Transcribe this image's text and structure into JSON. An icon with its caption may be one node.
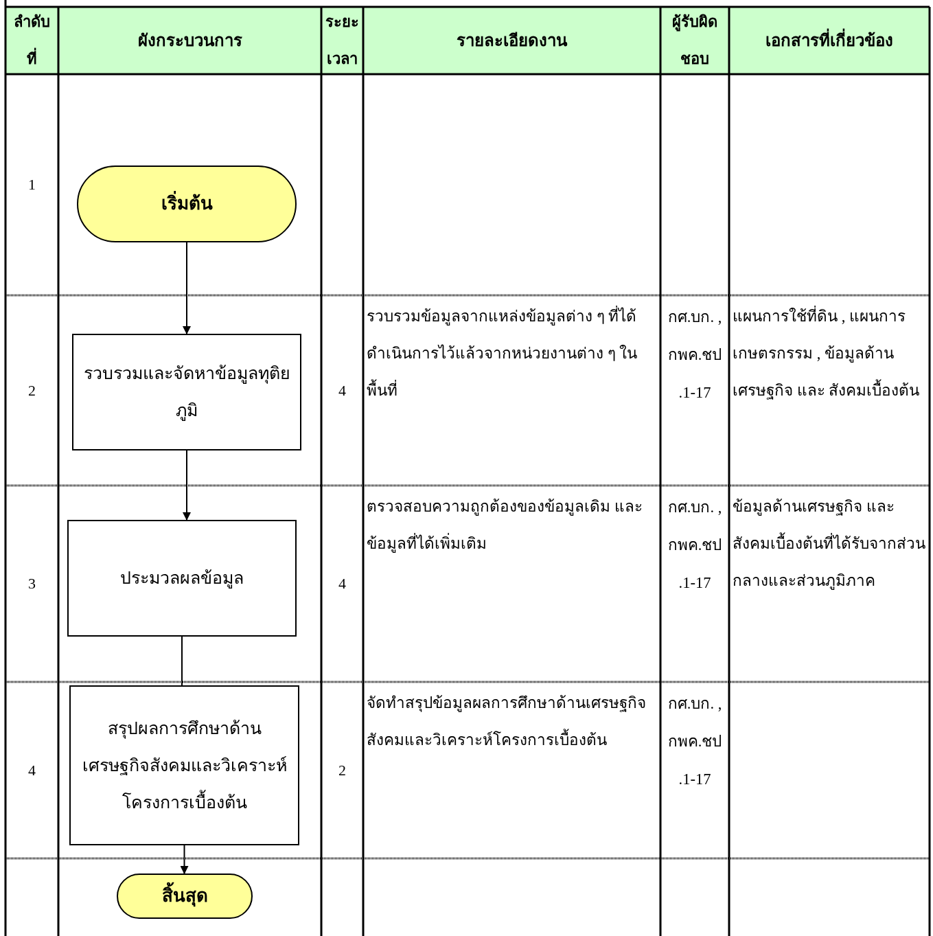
{
  "diagram": {
    "nodes": [
      {
        "text": [
          "เริ่มต้น"
        ]
      },
      {
        "text": [
          "รวบรวมและจัดหาข้อมูลทุติยภูมิ"
        ]
      },
      {
        "text": [
          "ประมวลผลข้อมูล"
        ]
      },
      {
        "text": [
          "สรุปผลการศึกษาด้านเศรษฐกิจสังคมและวิเคราะห์โครงการเบื้องต้น"
        ]
      },
      {
        "text": [
          "สิ้นสุด"
        ]
      }
    ],
    "edges": [
      {
        "from": 0,
        "to": 1,
        "arrow": "to"
      },
      {
        "from": 1,
        "to": 2,
        "arrow": "to"
      },
      {
        "from": 2,
        "to": 3,
        "arrow": "none"
      },
      {
        "from": 3,
        "to": 4,
        "arrow": "to"
      }
    ],
    "labels": [
      "ลำดับที่",
      "ผังกระบวนการ",
      "ระยะเวลา",
      "รายละเอียดงาน",
      "ผู้รับผิดชอบ",
      "เอกสารที่เกี่ยวข้อง",
      "1",
      "2",
      "4",
      "รวบรวมข้อมูลจากแหล่งข้อมูลต่าง ๆ ที่ได้ดำเนินการไว้แล้วจากหน่วยงานต่าง ๆ ในพื้นที่",
      "กศ.บก. , กพค.ชป .1-17",
      "แผนการใช้ที่ดิน , แผนการเกษตรกรรม , ข้อมูลด้านเศรษฐกิจ และ สังคมเบื้องต้น",
      "3",
      "4",
      "ตรวจสอบความถูกต้องของข้อมูลเดิม และ ข้อมูลที่ได้เพิ่มเติม",
      "กศ.บก. , กพค.ชป .1-17",
      "ข้อมูลด้านเศรษฐกิจ และ สังคมเบื้องต้นที่ได้รับจากส่วนกลางและส่วนภูมิภาค",
      "4",
      "2",
      "จัดทำสรุปข้อมูลผลการศึกษาด้านเศรษฐกิจสังคมและวิเคราะห์โครงการเบื้องต้น",
      "กศ.บก. , กพค.ชป .1-17"
    ]
  }
}
